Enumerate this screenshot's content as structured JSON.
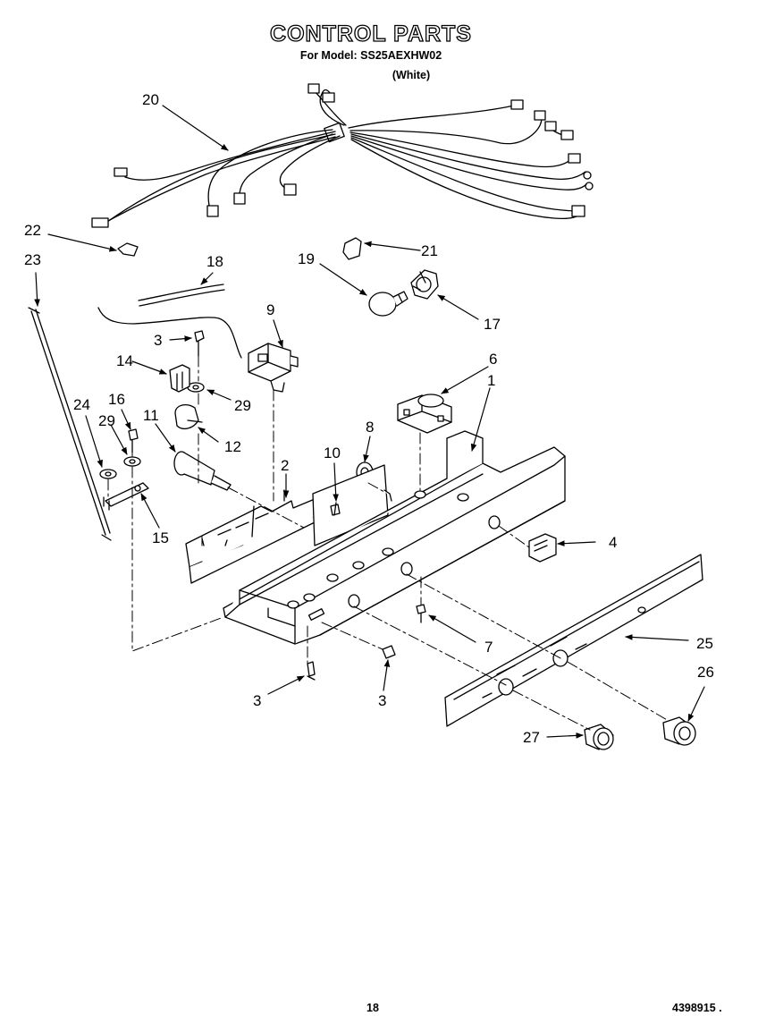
{
  "header": {
    "title": "CONTROL PARTS",
    "model_line": "For Model: SS25AEXHW02",
    "variant": "(White)"
  },
  "callouts": [
    "20",
    "22",
    "23",
    "18",
    "19",
    "21",
    "17",
    "9",
    "3",
    "14",
    "29",
    "16",
    "29",
    "11",
    "12",
    "24",
    "6",
    "1",
    "8",
    "10",
    "2",
    "15",
    "4",
    "7",
    "3",
    "3",
    "25",
    "26",
    "27"
  ],
  "footer": {
    "page_number": "18",
    "doc_number": "4398915 ."
  }
}
